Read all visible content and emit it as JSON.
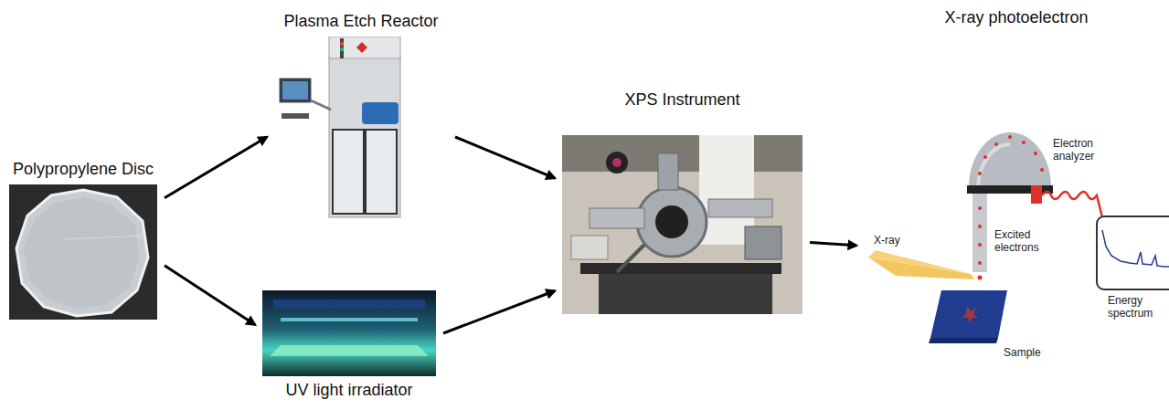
{
  "diagram": {
    "nodes": [
      {
        "text": [
          "Polypropylene Disc"
        ]
      },
      {
        "text": [
          "Plasma Etch Reactor"
        ]
      },
      {
        "text": [
          "UV light irradiator"
        ]
      },
      {
        "text": [
          "XPS Instrument"
        ]
      },
      {
        "text": [
          "X-ray photoelectron"
        ]
      }
    ],
    "edges": [
      {
        "from": 0,
        "to": 1,
        "arrow": "to"
      },
      {
        "from": 0,
        "to": 2,
        "arrow": "to"
      },
      {
        "from": 1,
        "to": 3,
        "arrow": "to"
      },
      {
        "from": 2,
        "to": 3,
        "arrow": "to"
      },
      {
        "from": 3,
        "to": 4,
        "arrow": "to"
      }
    ],
    "labels": [
      "Electron analyzer",
      "X-ray",
      "Excited electrons",
      "Sample",
      "Energy spectrum"
    ]
  }
}
